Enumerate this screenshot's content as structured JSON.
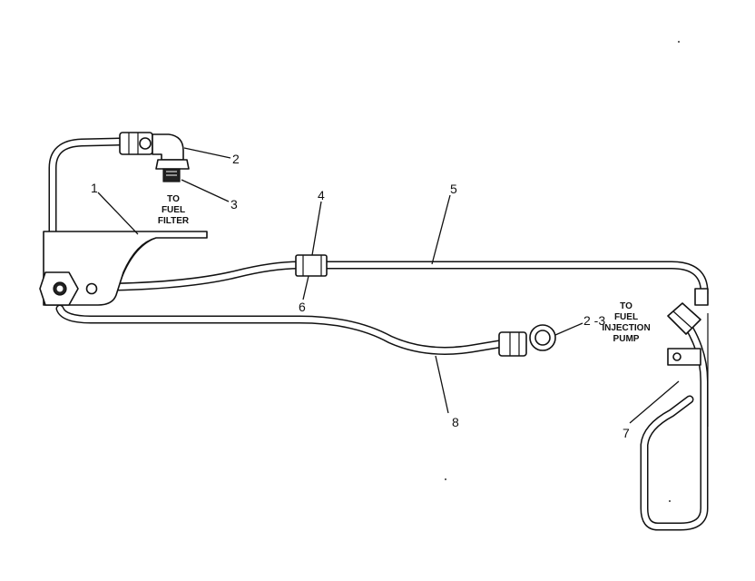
{
  "callouts": {
    "c1": "1",
    "c2": "2",
    "c3": "3",
    "c4": "4",
    "c5": "5",
    "c6": "6",
    "c7": "7",
    "c8": "8",
    "c23": "2 -3"
  },
  "notes": {
    "fuel_filter": [
      "TO",
      "FUEL",
      "FILTER"
    ],
    "injection_pump": [
      "TO",
      "FUEL",
      "INJECTION",
      "PUMP"
    ]
  }
}
